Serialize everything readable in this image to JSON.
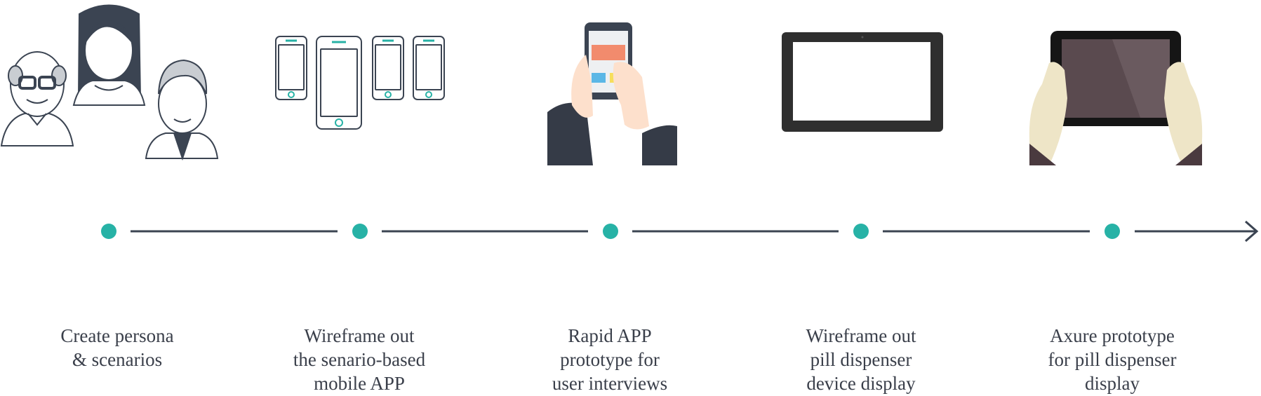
{
  "colors": {
    "accent": "#27b2a6",
    "line": "#3b4452",
    "text": "#3a3f4a"
  },
  "steps": [
    {
      "label": "Create persona\n& scenarios",
      "icon": "personas-icon"
    },
    {
      "label": "Wireframe out\nthe senario-based\nmobile APP",
      "icon": "phone-wireframes-icon"
    },
    {
      "label": "Rapid APP\nprototype for\nuser interviews",
      "icon": "hands-holding-phone-icon"
    },
    {
      "label": "Wireframe out\npill dispenser\ndevice display",
      "icon": "tablet-landscape-icon"
    },
    {
      "label": "Axure prototype\nfor pill dispenser\ndisplay",
      "icon": "hands-holding-tablet-icon"
    }
  ]
}
